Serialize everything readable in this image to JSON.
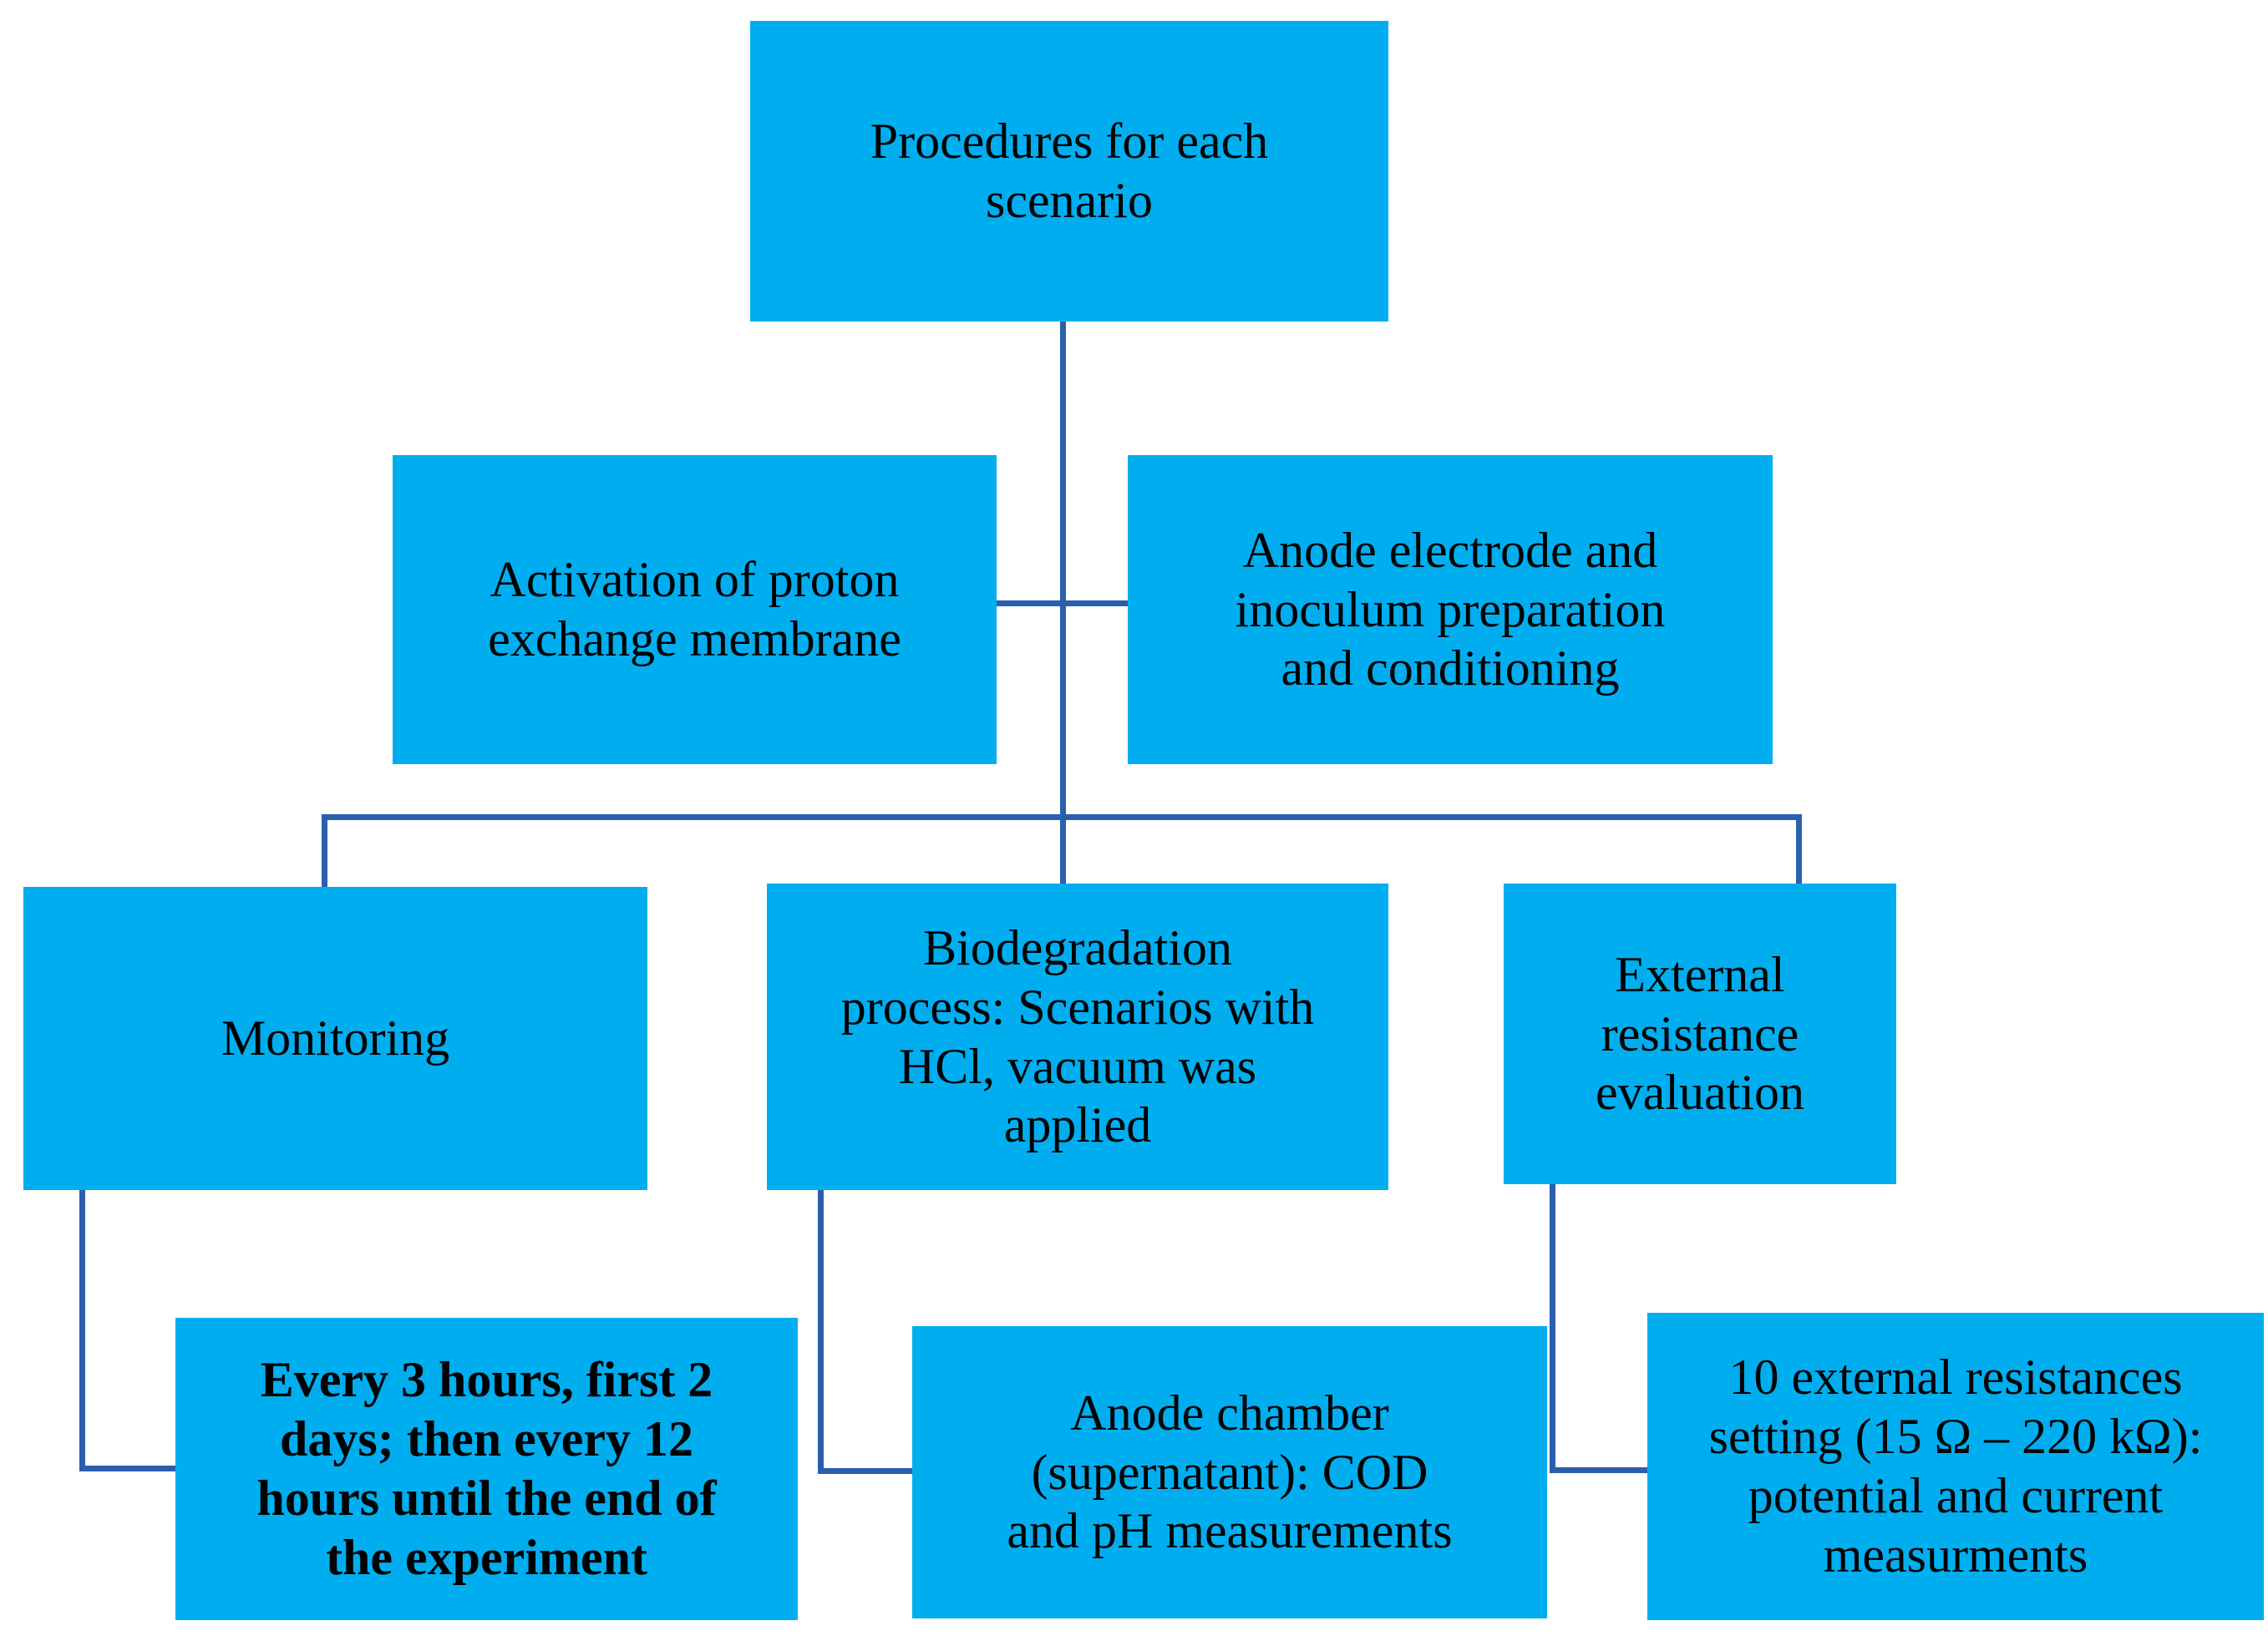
{
  "diagram": {
    "title": "Procedures for each scenario flowchart",
    "colors": {
      "node_fill": "#00AEEF",
      "node_text": "#000000",
      "connector": "#2B5FAD",
      "background": "#FFFFFF"
    },
    "nodes": {
      "root": "Procedures for each\nscenario",
      "pem": "Activation of proton\nexchange membrane",
      "anode": "Anode electrode  and\ninoculum preparation\nand conditioning",
      "monitoring": "Monitoring",
      "biodegradation": "Biodegradation\nprocess: Scenarios with\nHCl, vacuum was\napplied",
      "external_resistance": "External resistance\nevaluation",
      "schedule": "Every 3 hours, first 2\ndays; then every 12\nhours until the end of\nthe experiment",
      "cod_ph": "Anode chamber\n(supernatant): COD\nand pH measurements",
      "resistors": "10 external resistances\nsetting (15 Ω – 220 kΩ):\npotential and current\nmeasurments"
    },
    "edges": [
      {
        "from": "root",
        "to": "pem-anode-junction",
        "style": "vertical"
      },
      {
        "from": "pem",
        "to": "anode",
        "style": "horizontal"
      },
      {
        "from": "root-trunk",
        "to": "monitoring",
        "style": "elbow-left"
      },
      {
        "from": "root-trunk",
        "to": "biodegradation",
        "style": "vertical"
      },
      {
        "from": "root-trunk",
        "to": "external_resistance",
        "style": "elbow-right"
      },
      {
        "from": "monitoring",
        "to": "schedule",
        "style": "elbow"
      },
      {
        "from": "biodegradation",
        "to": "cod_ph",
        "style": "elbow"
      },
      {
        "from": "external_resistance",
        "to": "resistors",
        "style": "elbow"
      }
    ]
  }
}
